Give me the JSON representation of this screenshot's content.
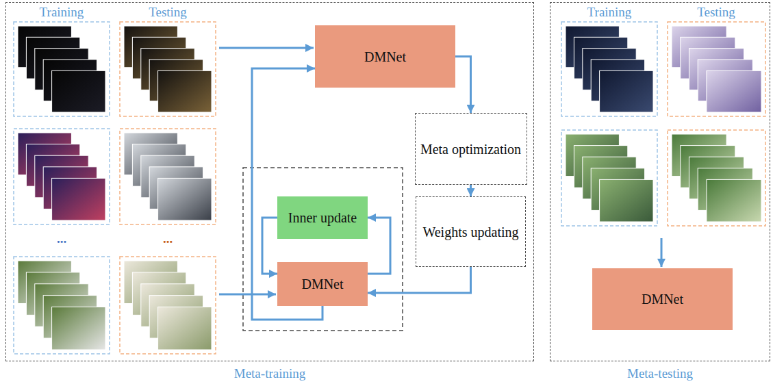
{
  "diagram": {
    "nodes": [
      {
        "text": [
          "Meta-training"
        ]
      },
      {
        "text": [
          "DMNet"
        ],
        "in": 0
      },
      {
        "text": [
          "Meta optimization"
        ],
        "in": 0
      },
      {
        "text": [
          "Weights updating"
        ],
        "in": 0
      },
      {
        "text": [
          "Inner update"
        ],
        "in": 0
      },
      {
        "text": [
          "DMNet"
        ],
        "in": 0
      },
      {
        "text": [
          "Meta-testing"
        ]
      },
      {
        "text": [
          "DMNet"
        ],
        "in": 6
      }
    ],
    "edges": [
      {
        "from": 1,
        "to": 2,
        "arrow": "to"
      },
      {
        "from": 2,
        "to": 3,
        "arrow": "to"
      },
      {
        "from": 3,
        "to": 5,
        "arrow": "to"
      },
      {
        "from": 5,
        "to": 4,
        "arrow": "to"
      },
      {
        "from": 4,
        "to": 5,
        "arrow": "to"
      },
      {
        "from": 5,
        "to": 1,
        "arrow": "to"
      }
    ],
    "labels": [
      "Training",
      "Testing",
      "...",
      "...",
      "Training",
      "Testing"
    ]
  }
}
